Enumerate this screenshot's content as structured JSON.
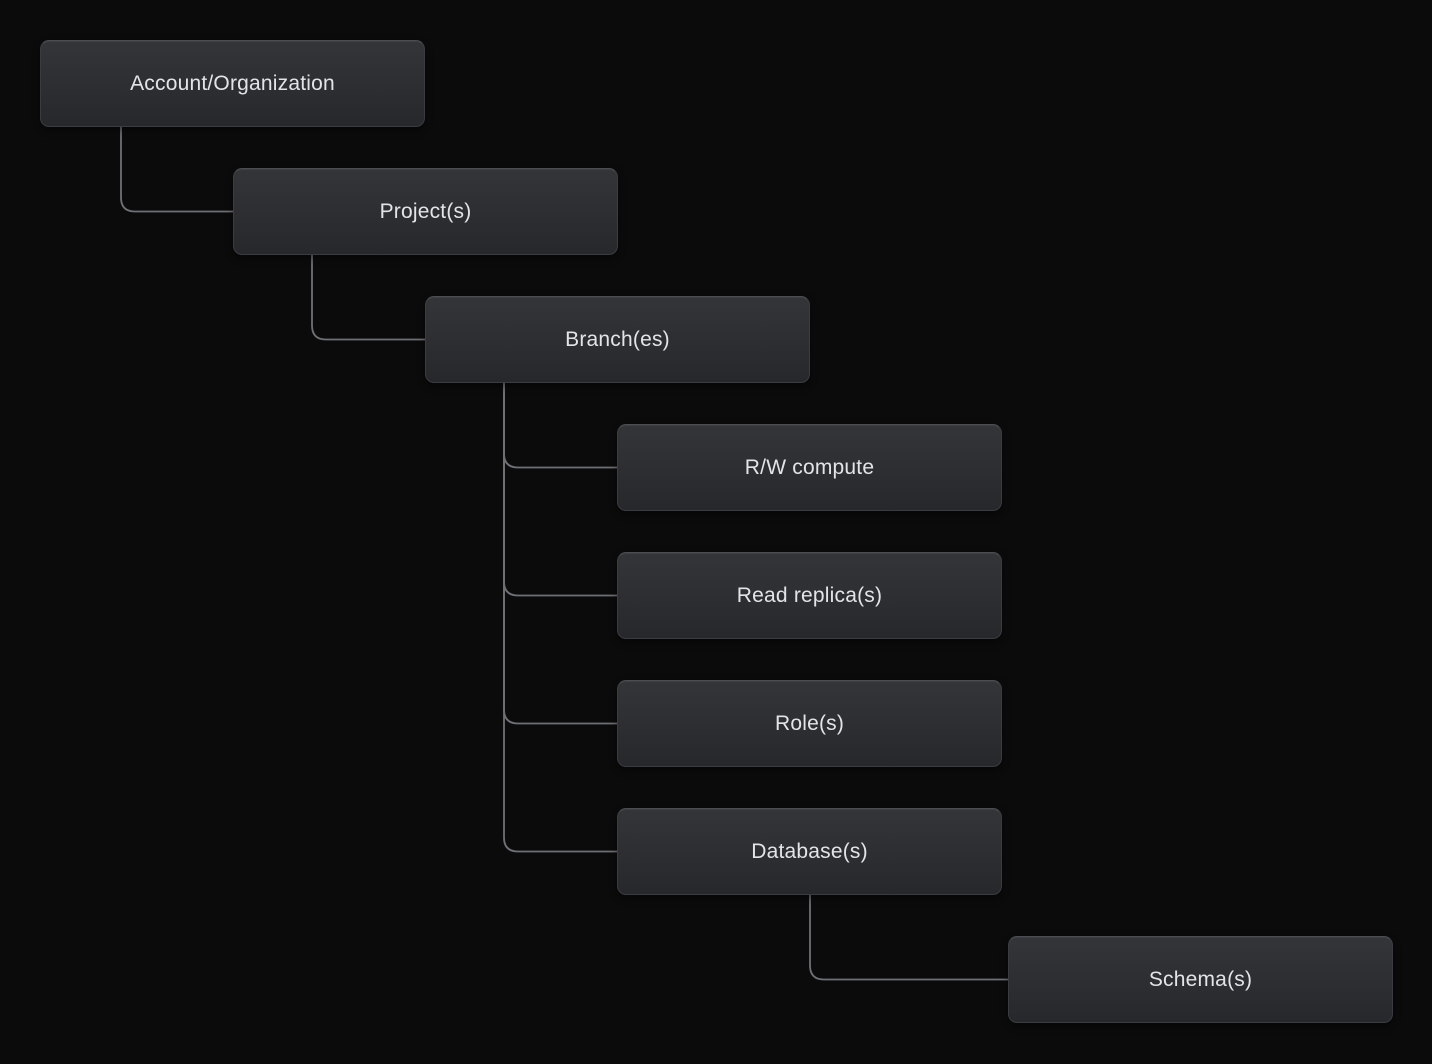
{
  "colors": {
    "background": "#0b0b0c",
    "node_gradient_top": "#333539",
    "node_gradient_bottom": "#26282b",
    "node_border": "#3a3c41",
    "node_border_top": "#4a4d52",
    "connector": "#6e7176",
    "text": "#e3e4e6"
  },
  "diagram": {
    "type": "hierarchy-tree",
    "nodes": [
      {
        "id": "account-organization",
        "label": "Account/Organization",
        "level": 0
      },
      {
        "id": "projects",
        "label": "Project(s)",
        "level": 1
      },
      {
        "id": "branches",
        "label": "Branch(es)",
        "level": 2
      },
      {
        "id": "rw-compute",
        "label": "R/W compute",
        "level": 3
      },
      {
        "id": "read-replicas",
        "label": "Read replica(s)",
        "level": 3
      },
      {
        "id": "roles",
        "label": "Role(s)",
        "level": 3
      },
      {
        "id": "databases",
        "label": "Database(s)",
        "level": 3
      },
      {
        "id": "schemas",
        "label": "Schema(s)",
        "level": 4
      }
    ],
    "edges": [
      {
        "from": "account-organization",
        "to": "projects"
      },
      {
        "from": "projects",
        "to": "branches"
      },
      {
        "from": "branches",
        "to": "rw-compute"
      },
      {
        "from": "branches",
        "to": "read-replicas"
      },
      {
        "from": "branches",
        "to": "roles"
      },
      {
        "from": "branches",
        "to": "databases"
      },
      {
        "from": "databases",
        "to": "schemas"
      }
    ]
  }
}
